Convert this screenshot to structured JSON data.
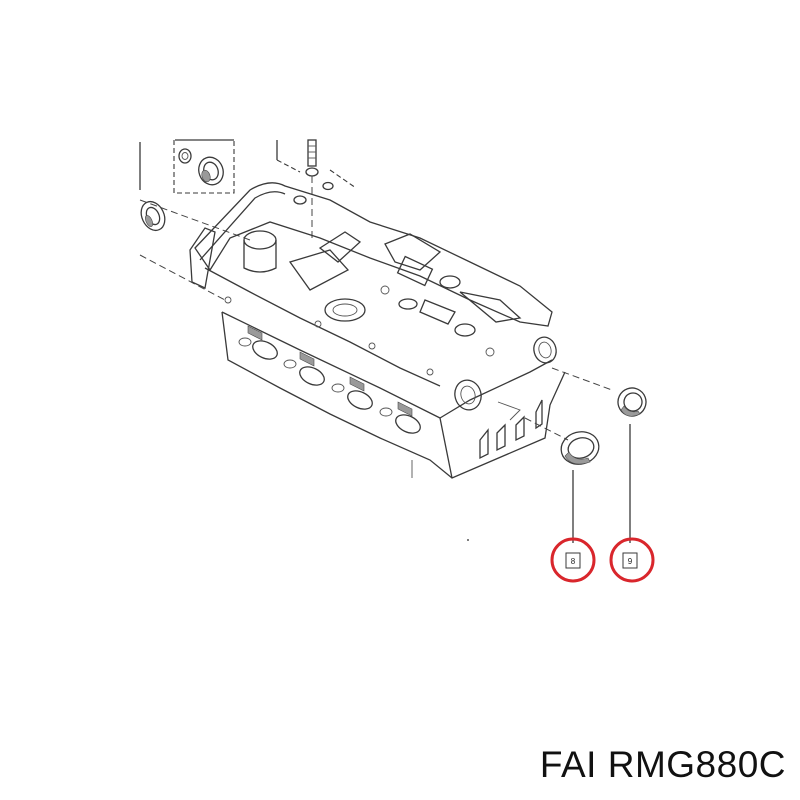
{
  "callouts": [
    {
      "label": "8",
      "highlight": "#d9262c"
    },
    {
      "label": "9",
      "highlight": "#d9262c"
    }
  ],
  "part_code": "FAI RMG880C"
}
